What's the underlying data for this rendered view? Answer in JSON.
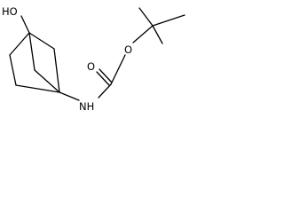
{
  "molecule": {
    "atom_labels": {
      "hydroxyl": "HO",
      "amine": "NH",
      "carbonyl_oxygen": "O",
      "ester_oxygen": "O"
    },
    "colors": {
      "bond": "#000000",
      "label": "#000000",
      "background": "#ffffff"
    }
  }
}
